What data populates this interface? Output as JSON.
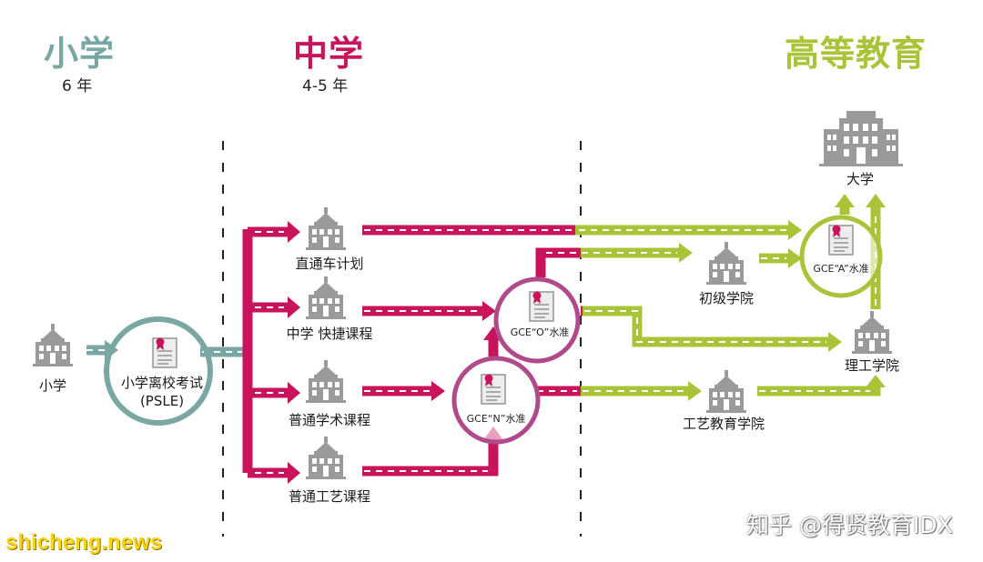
{
  "headers": {
    "primary": {
      "title": "小学",
      "years": "6 年"
    },
    "secondary": {
      "title": "中学",
      "years": "4-5 年"
    },
    "higher": {
      "title": "高等教育"
    }
  },
  "nodes": {
    "primary_school": "小学",
    "psle": "小学离校考试",
    "psle_abbr": "(PSLE)",
    "integrated": "直通车计划",
    "express": "中学 快捷课程",
    "normal_academic": "普通学术课程",
    "normal_technical": "普通工艺课程",
    "junior_college": "初级学院",
    "polytechnic": "理工学院",
    "ite": "工艺教育学院",
    "university": "大学"
  },
  "certificates": {
    "o_level": "GCE“O”水准",
    "n_level": "GCE“N”水准",
    "a_level": "GCE“A”水准"
  },
  "watermarks": {
    "site": "shicheng.news",
    "zhihu": "知乎 @得贤教育IDX"
  },
  "colors": {
    "primary": "#7aa7a4",
    "secondary": "#c8145c",
    "higher": "#a9c439",
    "icon": "#9a9a9a"
  },
  "icons": [
    "building-icon",
    "certificate-icon"
  ]
}
